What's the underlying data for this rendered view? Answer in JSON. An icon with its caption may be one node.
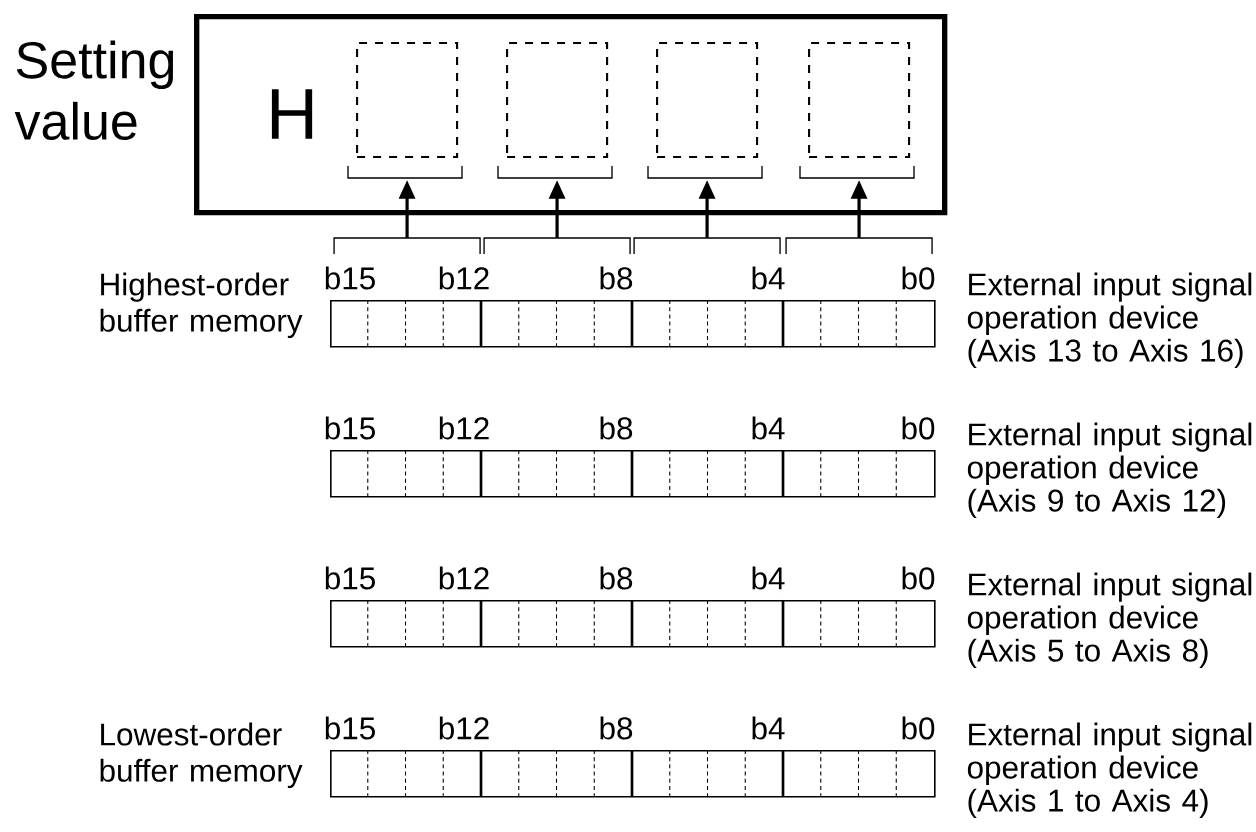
{
  "diagram": {
    "nodes": [
      {
        "text": [
          "Setting value",
          "H"
        ]
      },
      {
        "text": [],
        "shape": "box",
        "in": 0
      },
      {
        "text": [],
        "shape": "box",
        "in": 0
      },
      {
        "text": [],
        "shape": "box",
        "in": 0
      },
      {
        "text": [],
        "shape": "box",
        "in": 0
      },
      {
        "text": [],
        "shape": "bar",
        "beside": [
          "Highest-order buffer memory",
          "External input signal operation device (Axis 13 to Axis 16)"
        ]
      },
      {
        "text": [],
        "shape": "bar",
        "beside": [
          "External input signal operation device (Axis 9 to Axis 12)"
        ]
      },
      {
        "text": [],
        "shape": "bar",
        "beside": [
          "External input signal operation device (Axis 5 to Axis 8)"
        ]
      },
      {
        "text": [],
        "shape": "bar",
        "beside": [
          "Lowest-order buffer memory",
          "External input signal operation device (Axis 1 to Axis 4)"
        ]
      }
    ],
    "edges": [
      {
        "from": 5,
        "to": 1,
        "arrow": "to"
      },
      {
        "from": 5,
        "to": 2,
        "arrow": "to"
      },
      {
        "from": 5,
        "to": 3,
        "arrow": "to"
      },
      {
        "from": 5,
        "to": 4,
        "arrow": "to"
      }
    ],
    "labels": [
      "b15",
      "b12",
      "b8",
      "b4",
      "b0",
      "b15",
      "b12",
      "b8",
      "b4",
      "b0",
      "b15",
      "b12",
      "b8",
      "b4",
      "b0",
      "b15",
      "b12",
      "b8",
      "b4",
      "b0"
    ]
  }
}
